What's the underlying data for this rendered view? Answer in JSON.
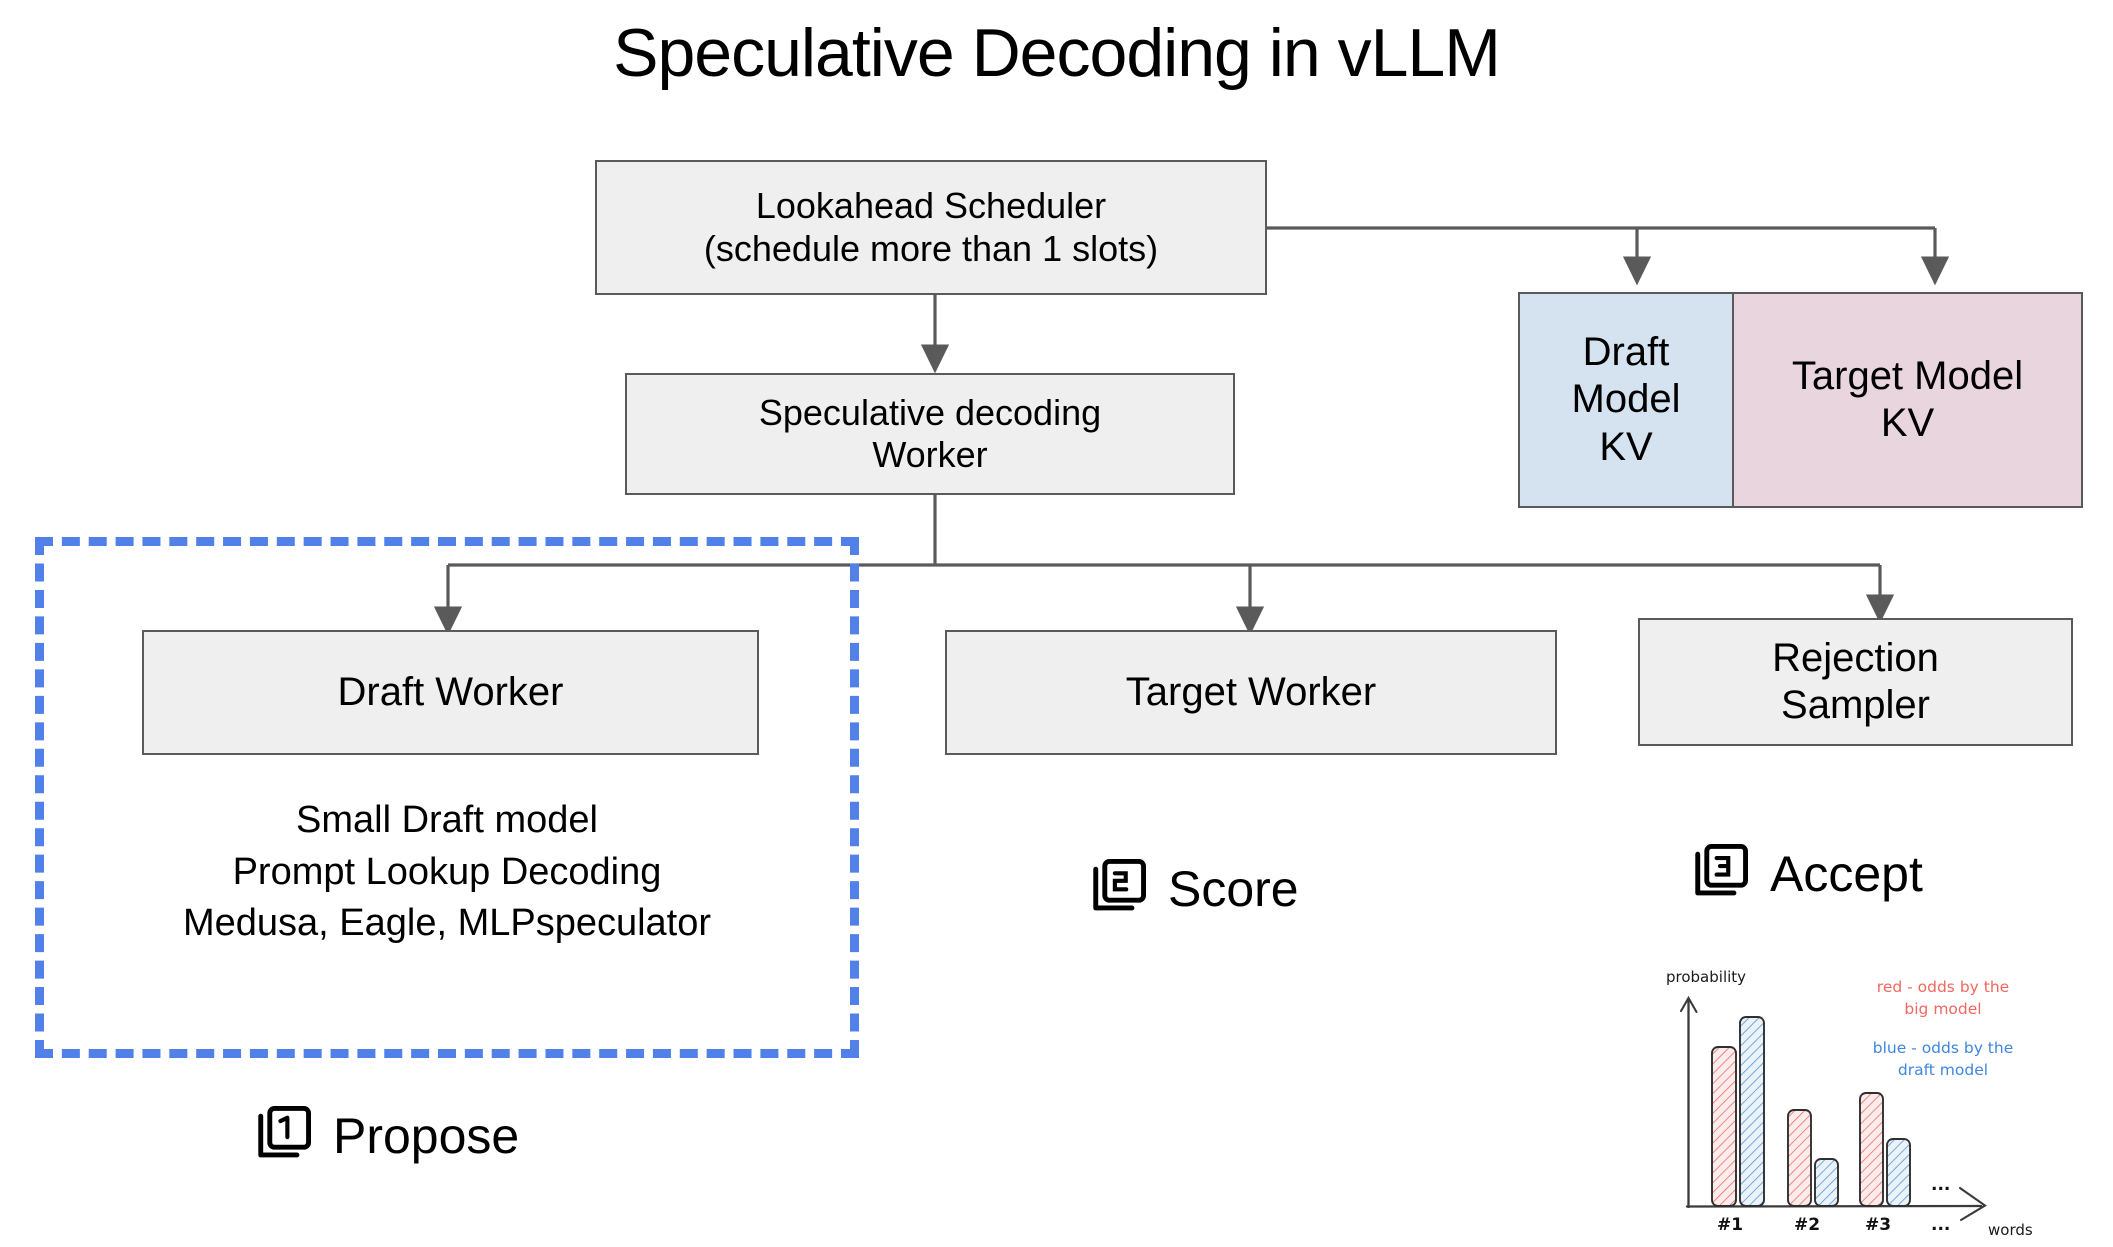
{
  "title": "Speculative Decoding in vLLM",
  "nodes": {
    "lookahead_scheduler": "Lookahead Scheduler\n(schedule more than 1 slots)",
    "spec_decoding_worker": "Speculative decoding\nWorker",
    "draft_model_kv": "Draft\nModel\nKV",
    "target_model_kv": "Target Model\nKV",
    "draft_worker": "Draft Worker",
    "target_worker": "Target Worker",
    "rejection_sampler": "Rejection\nSampler"
  },
  "draft_worker_details": [
    "Small Draft model",
    "Prompt Lookup Decoding",
    "Medusa, Eagle, MLPspeculator"
  ],
  "steps": [
    {
      "number": "1",
      "label": "Propose",
      "icon": "stacked-card-1-icon"
    },
    {
      "number": "2",
      "label": "Score",
      "icon": "stacked-card-2-icon"
    },
    {
      "number": "3",
      "label": "Accept",
      "icon": "stacked-card-3-icon"
    }
  ],
  "colors": {
    "draft_kv_fill": "#d5e2f0",
    "target_kv_fill": "#e9d5de",
    "box_fill": "#efefef",
    "box_stroke": "#5a5a5a",
    "highlight_dashed": "#5080e8",
    "chart_red": "#e8695f",
    "chart_blue": "#4e8fd6"
  },
  "chart_data": {
    "type": "bar",
    "title": "",
    "xlabel": "words",
    "ylabel": "probability",
    "categories": [
      "#1",
      "#2",
      "#3"
    ],
    "ellipsis_x": "...",
    "ellipsis_tick": "...",
    "ylim": [
      0,
      100
    ],
    "grid": false,
    "legend_position": "top-right",
    "series": [
      {
        "name": "red - odds by the big model",
        "color": "#e8695f",
        "values": [
          77,
          47,
          55
        ]
      },
      {
        "name": "blue - odds by the draft model",
        "color": "#4e8fd6",
        "values": [
          97,
          22,
          32
        ]
      }
    ],
    "annotations": [
      "red - odds by the\nbig model",
      "blue - odds by the\ndraft model"
    ]
  }
}
